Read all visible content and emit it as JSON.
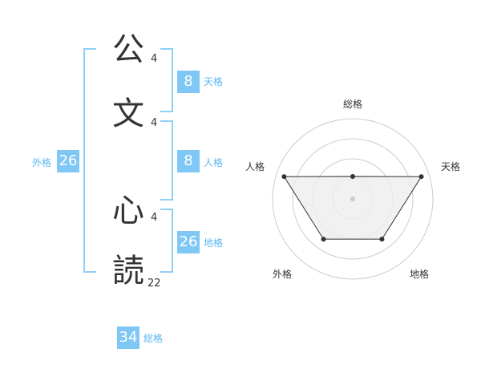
{
  "name": {
    "chars": [
      {
        "char": "公",
        "strokes": "4"
      },
      {
        "char": "文",
        "strokes": "4"
      },
      {
        "char": "心",
        "strokes": "4"
      },
      {
        "char": "読",
        "strokes": "22"
      }
    ]
  },
  "kakusu": {
    "tenkaku": {
      "value": "8",
      "label": "天格"
    },
    "jinkaku": {
      "value": "8",
      "label": "人格"
    },
    "chikaku": {
      "value": "26",
      "label": "地格"
    },
    "gaikaku": {
      "value": "26",
      "label": "外格"
    },
    "soukaku": {
      "value": "34",
      "label": "総格"
    }
  },
  "radar": {
    "axes": [
      "総格",
      "天格",
      "地格",
      "外格",
      "人格"
    ],
    "levels": 4,
    "values": [
      0.28,
      0.9,
      0.62,
      0.62,
      0.9
    ],
    "colors": {
      "ring": "#cccccc",
      "fill": "#eeeeee",
      "line": "#333333",
      "point": "#333333",
      "center": "#cccccc"
    }
  }
}
